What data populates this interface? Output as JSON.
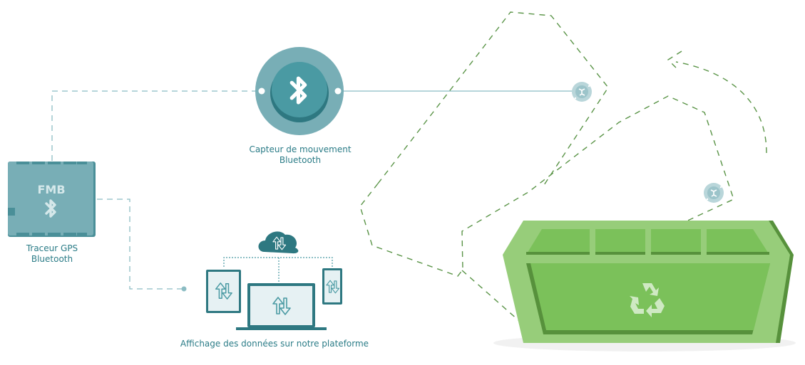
{
  "colors": {
    "teal_dark": "#2b7c87",
    "teal_mid": "#4a9aa3",
    "teal_light": "#78aeb6",
    "teal_pale": "#b9d6da",
    "green_light": "#97cd7a",
    "green_mid": "#7bc15a",
    "green_dark": "#57913c",
    "path_green": "#5a9447",
    "line_teal": "#8bbcc3"
  },
  "gps_tracker": {
    "chip_text": "FMB",
    "icon": "bluetooth-icon",
    "label_line1": "Traceur GPS",
    "label_line2": "Bluetooth"
  },
  "motion_sensor": {
    "icon": "bluetooth-icon",
    "label_line1": "Capteur de mouvement",
    "label_line2": "Bluetooth"
  },
  "platform": {
    "cloud_icon": "cloud-sync-icon",
    "devices": [
      "tablet",
      "laptop",
      "phone"
    ],
    "label": "Affichage des données sur notre plateforme"
  },
  "container": {
    "icon": "recycle-icon"
  },
  "sensor_markers": [
    "sensor-marker-top",
    "sensor-marker-bottom"
  ]
}
